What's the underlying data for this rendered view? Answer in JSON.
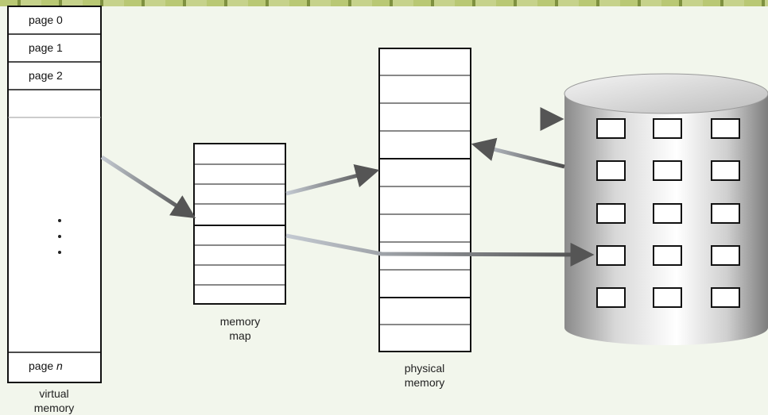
{
  "virtual_memory": {
    "pages": [
      "page 0",
      "page 1",
      "page 2"
    ],
    "last_page_prefix": "page ",
    "last_page_var": "n",
    "label_line1": "virtual",
    "label_line2": "memory"
  },
  "memory_map": {
    "label_line1": "memory",
    "label_line2": "map"
  },
  "physical_memory": {
    "label_line1": "physical",
    "label_line2": "memory"
  },
  "colors": {
    "background": "#f2f6ec",
    "arrow_dark": "#555555",
    "arrow_light": "#a9b0b8",
    "border": "#111111"
  }
}
